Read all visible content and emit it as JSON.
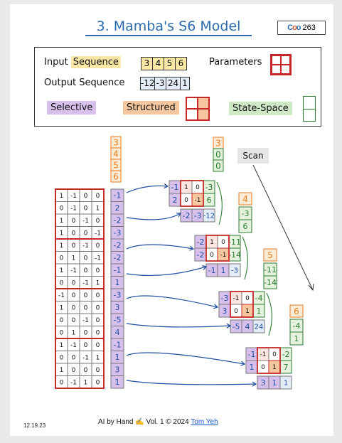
{
  "header": {
    "title": "3. Mamba's S6 Model",
    "badge_number": "263"
  },
  "legend": {
    "input_prefix": "Input ",
    "input_word": "Sequence",
    "input_values": [
      "3",
      "4",
      "5",
      "6"
    ],
    "parameters_label": "Parameters",
    "output_label": "Output Sequence",
    "output_values": [
      "-12",
      "-3",
      "24",
      "1"
    ],
    "selective_label": "Selective",
    "structured_label": "Structured",
    "state_space_label": "State-Space"
  },
  "diagram": {
    "input_column": [
      "3",
      "4",
      "5",
      "6"
    ],
    "weight_rows": [
      [
        "1",
        "-1",
        "0",
        "0"
      ],
      [
        "0",
        "-1",
        "0",
        "1"
      ],
      [
        "1",
        "0",
        "-1",
        "0"
      ],
      [
        "1",
        "0",
        "0",
        "-1"
      ],
      [
        "1",
        "0",
        "-1",
        "0"
      ],
      [
        "0",
        "1",
        "0",
        "-1"
      ],
      [
        "1",
        "-1",
        "0",
        "0"
      ],
      [
        "0",
        "0",
        "-1",
        "1"
      ],
      [
        "-1",
        "0",
        "0",
        "0"
      ],
      [
        "1",
        "0",
        "0",
        "0"
      ],
      [
        "0",
        "0",
        "-1",
        "0"
      ],
      [
        "0",
        "1",
        "0",
        "0"
      ],
      [
        "1",
        "-1",
        "0",
        "0"
      ],
      [
        "0",
        "0",
        "-1",
        "1"
      ],
      [
        "1",
        "0",
        "0",
        "0"
      ],
      [
        "0",
        "-1",
        "1",
        "0"
      ]
    ],
    "projected_values": [
      "-1",
      "2",
      "-2",
      "-3",
      "-2",
      "-2",
      "-1",
      "1",
      "-3",
      "3",
      "-5",
      "4",
      "-1",
      "1",
      "3",
      "1"
    ],
    "scan_label": "Scan",
    "state_initial": [
      "3",
      "0",
      "0"
    ],
    "steps": [
      {
        "a_row1": [
          "-1",
          "1",
          "0"
        ],
        "a_row2": [
          "2",
          "0",
          "-1"
        ],
        "bx": [
          "-2",
          "-3"
        ],
        "bx_sum": "-12",
        "state": [
          "-3",
          "6"
        ],
        "out": "4",
        "y_col": [
          "-3",
          "6"
        ]
      },
      {
        "a_row1": [
          "-2",
          "1",
          "0"
        ],
        "a_row2": [
          "-2",
          "0",
          "-1"
        ],
        "bx": [
          "-1",
          "1"
        ],
        "bx_sum": "-3",
        "state": [
          "-11",
          "-14"
        ],
        "out": "5",
        "y_col": [
          "-11",
          "-14"
        ]
      },
      {
        "a_row1": [
          "-3",
          "-1",
          "0"
        ],
        "a_row2": [
          "3",
          "0",
          "1"
        ],
        "bx": [
          "-5",
          "4"
        ],
        "bx_sum": "24",
        "state": [
          "-4",
          "1"
        ],
        "out": "6",
        "y_col": [
          "-4",
          "1"
        ]
      },
      {
        "a_row1": [
          "-1",
          "-1",
          "0"
        ],
        "a_row2": [
          "1",
          "0",
          "1"
        ],
        "bx": [
          "3",
          "1"
        ],
        "bx_sum": "1",
        "state": [
          "-2",
          "7"
        ],
        "out": "",
        "y_col": []
      }
    ]
  },
  "footer": {
    "date": "12.19.23",
    "text": "AI by Hand ✍ Vol. 1 ©  2024 ",
    "author": "Tom Yeh"
  }
}
